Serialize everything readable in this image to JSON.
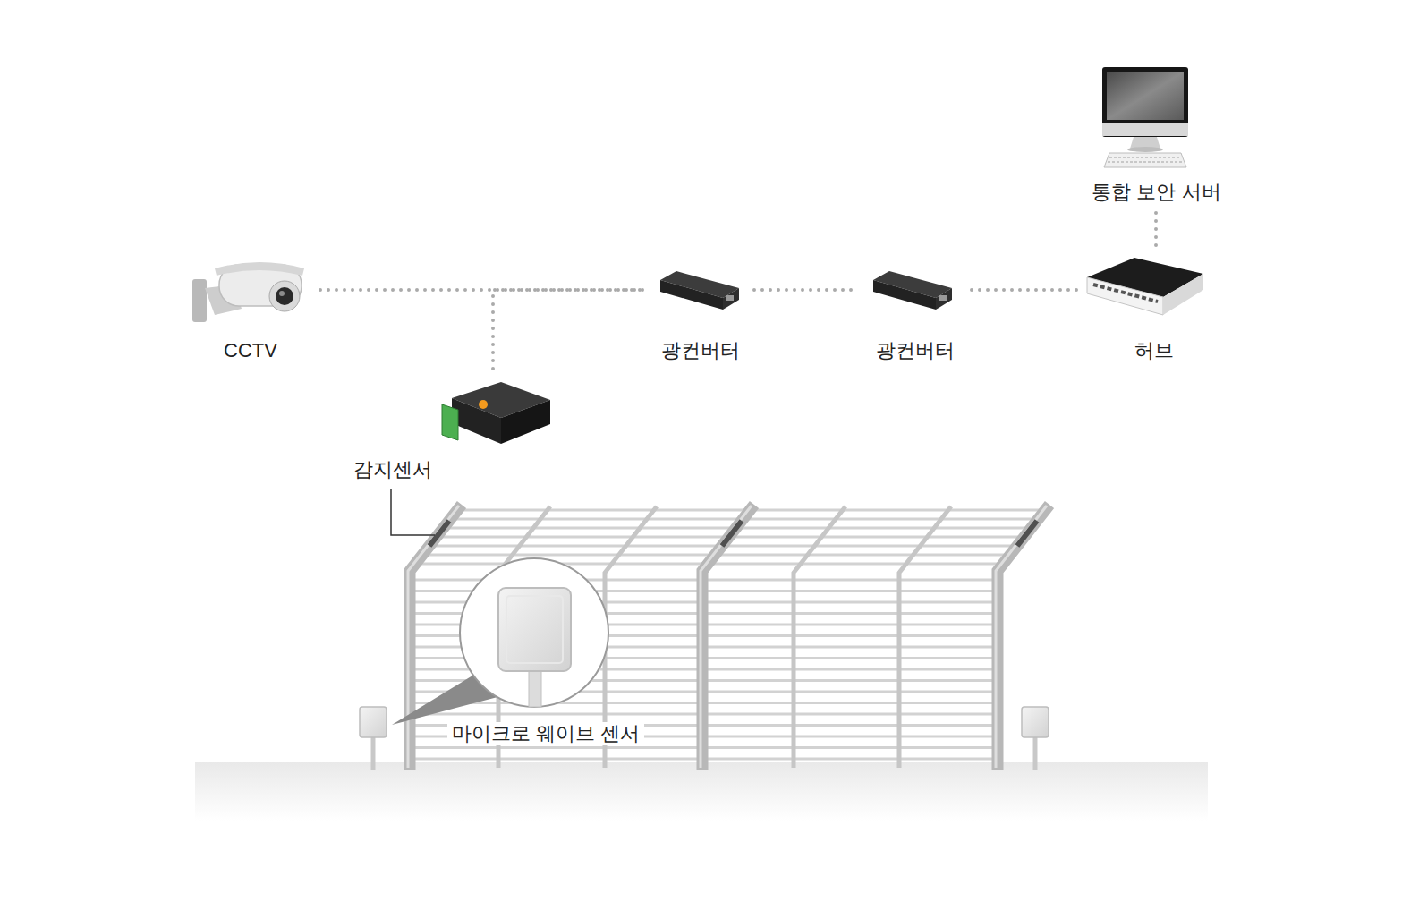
{
  "diagram": {
    "nodes": [
      {
        "text": [
          "통합 보안 서버"
        ]
      },
      {
        "text": [
          "CCTV"
        ]
      },
      {
        "text": [
          "광컨버터"
        ]
      },
      {
        "text": [
          "광컨버터"
        ]
      },
      {
        "text": [
          "허브"
        ]
      },
      {
        "text": [
          "감지센서"
        ]
      }
    ],
    "edges": [
      {
        "from": 1,
        "to": 2,
        "arrow": "none"
      },
      {
        "from": 5,
        "to": 2,
        "arrow": "none"
      },
      {
        "from": 2,
        "to": 3,
        "arrow": "none"
      },
      {
        "from": 3,
        "to": 4,
        "arrow": "none"
      },
      {
        "from": 4,
        "to": 0,
        "arrow": "none"
      }
    ],
    "labels": [
      "마이크로 웨이브 센서"
    ]
  }
}
